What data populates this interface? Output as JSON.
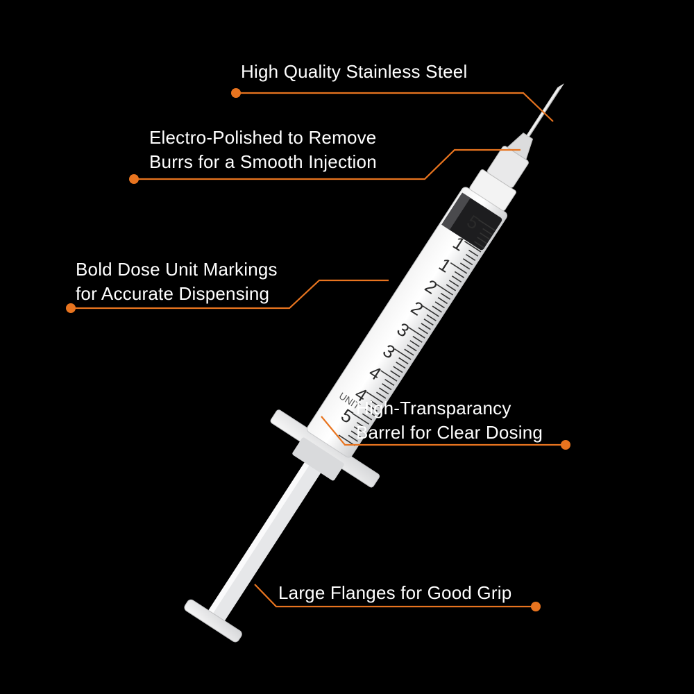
{
  "accent_color": "#e8741f",
  "callouts": {
    "steel": {
      "line1": "High Quality Stainless Steel"
    },
    "polished": {
      "line1": "Electro-Polished to Remove",
      "line2": "Burrs for a Smooth Injection"
    },
    "markings": {
      "line1": "Bold Dose Unit Markings",
      "line2": "for Accurate Dispensing"
    },
    "barrel": {
      "line1": "High-Transparancy",
      "line2": "Barrel for Clear Dosing"
    },
    "flanges": {
      "line1": "Large Flanges for Good Grip"
    }
  },
  "scale": {
    "numbers": [
      "5",
      "1",
      "1",
      "2",
      "2",
      "3",
      "3",
      "4",
      "4",
      "5"
    ],
    "unit_word": "UNIT"
  }
}
